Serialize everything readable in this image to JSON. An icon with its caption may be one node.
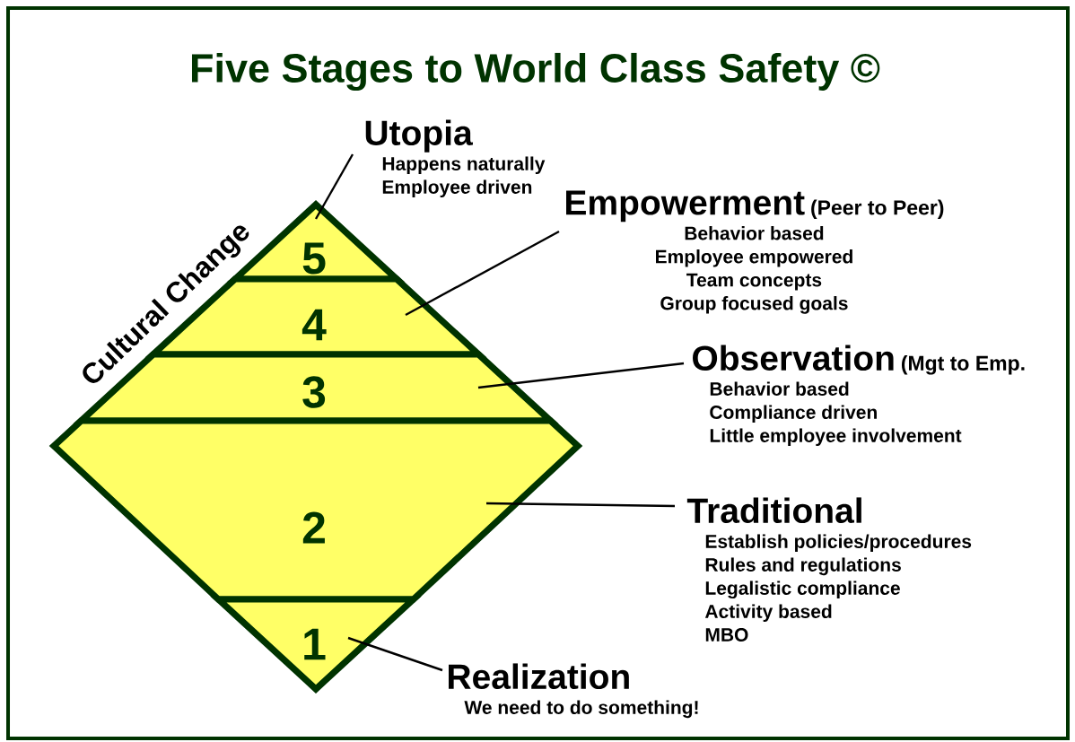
{
  "diagram": {
    "title": "Five Stages to World Class Safety ©",
    "nodes": [
      {
        "text": [
          "5"
        ]
      },
      {
        "text": [
          "4"
        ]
      },
      {
        "text": [
          "3"
        ]
      },
      {
        "text": [
          "2"
        ]
      },
      {
        "text": [
          "1"
        ]
      },
      {
        "text": [
          "Utopia",
          "Happens naturally",
          "Employee driven"
        ]
      },
      {
        "text": [
          "Empowerment",
          "(Peer to Peer)",
          "Behavior based",
          "Employee empowered",
          "Team concepts",
          "Group focused goals"
        ]
      },
      {
        "text": [
          "Observation",
          "(Mgt to Emp.",
          "Behavior based",
          "Compliance driven",
          "Little employee involvement"
        ]
      },
      {
        "text": [
          "Traditional",
          "Establish policies/procedures",
          "Rules and regulations",
          "Legalistic compliance",
          "Activity based",
          "MBO"
        ]
      },
      {
        "text": [
          "Realization",
          "We need to do something!"
        ]
      }
    ],
    "edges": [
      {
        "from": 5,
        "to": 0,
        "arrow": "none"
      },
      {
        "from": 6,
        "to": 1,
        "arrow": "none"
      },
      {
        "from": 7,
        "to": 2,
        "arrow": "none"
      },
      {
        "from": 8,
        "to": 3,
        "arrow": "none"
      },
      {
        "from": 9,
        "to": 4,
        "arrow": "none"
      }
    ],
    "labels": [
      "Cultural Change"
    ]
  }
}
